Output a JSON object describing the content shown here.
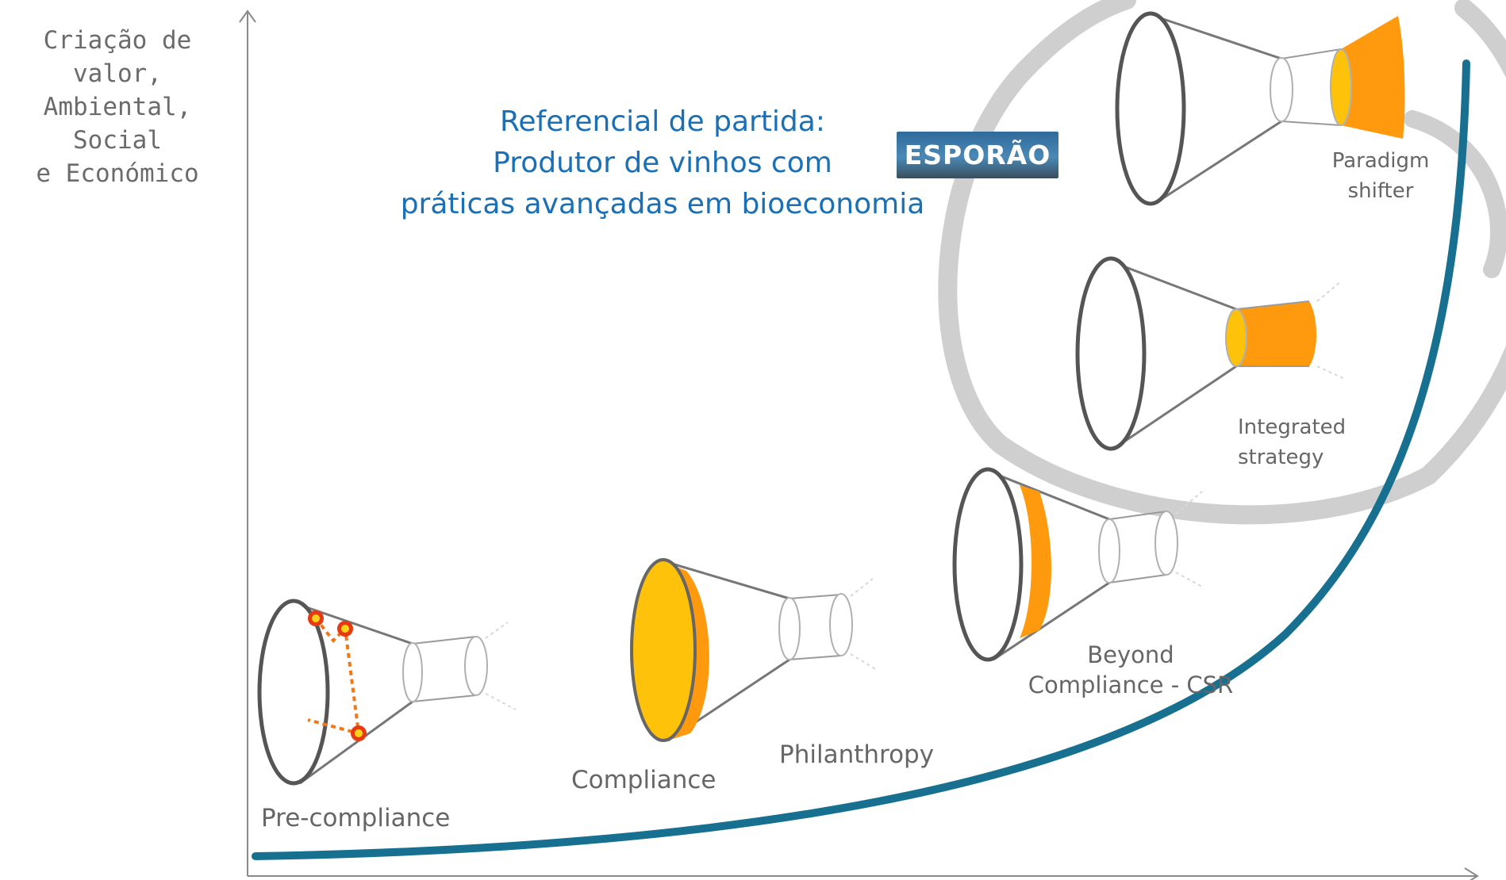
{
  "y_axis_label": [
    "Criação de valor,",
    "Ambiental, Social",
    "e Económico"
  ],
  "title_lines": [
    "Referencial de partida:",
    "Produtor de vinhos com",
    "práticas avançadas em bioeconomia"
  ],
  "logo_text": "ESPORÃO",
  "stages": {
    "pre_compliance": "Pre-compliance",
    "compliance": "Compliance",
    "philanthropy": "Philanthropy",
    "beyond_compliance": [
      "Beyond",
      "Compliance - CSR"
    ],
    "integrated_strategy": [
      "Integrated",
      "strategy"
    ],
    "paradigm_shifter": [
      "Paradigm",
      "shifter"
    ]
  },
  "colors": {
    "curve": "#17708f",
    "title": "#1a6fb5",
    "orange": "#ff9a0f",
    "yellow": "#ffc20a",
    "highlight_ring": "#cfcfcf"
  }
}
